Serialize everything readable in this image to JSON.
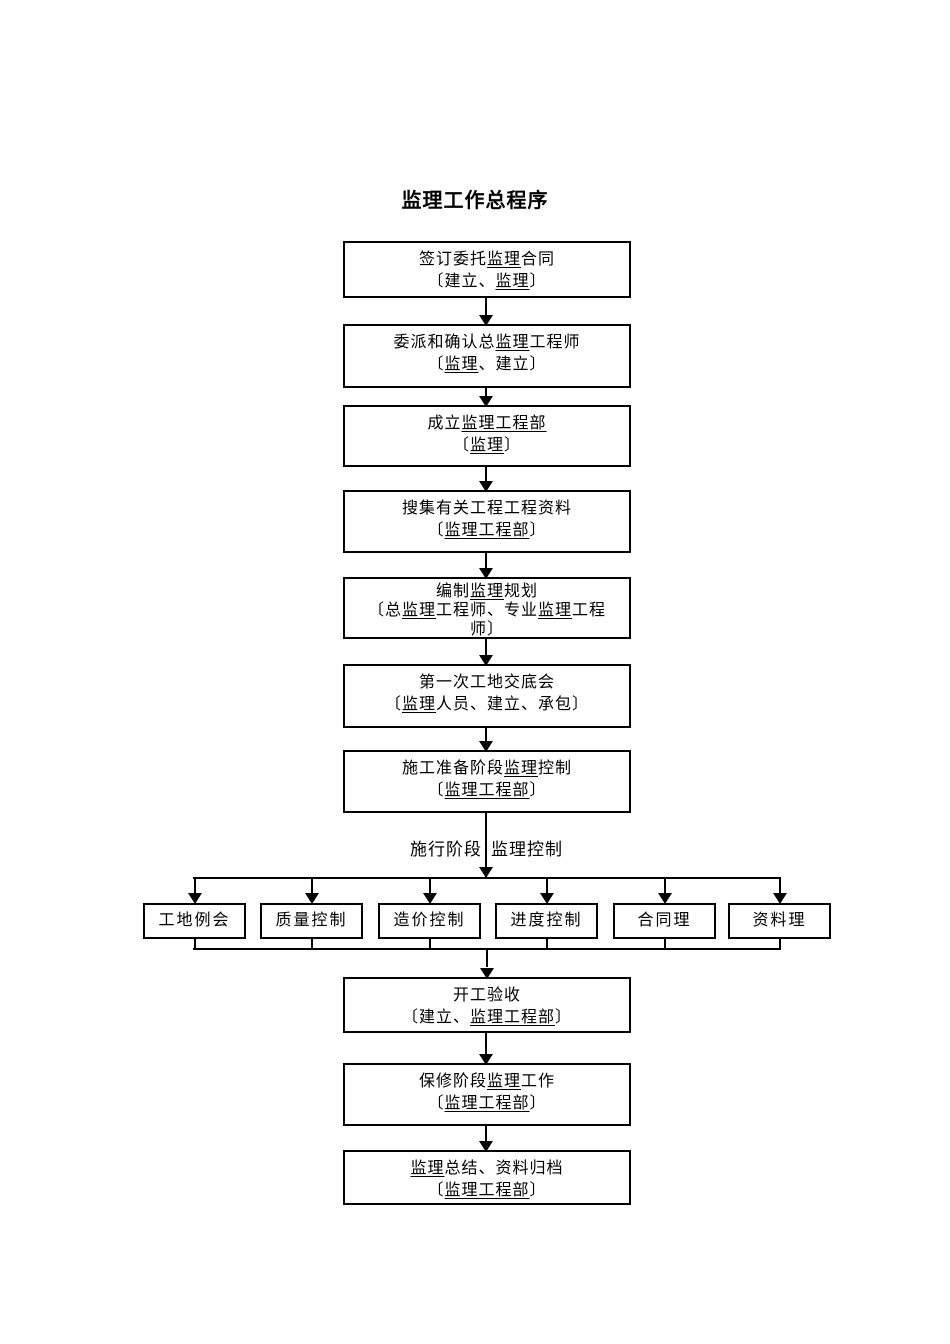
{
  "title": "监理工作总程序",
  "colors": {
    "ink": "#000000",
    "paper": "#ffffff"
  },
  "stage_label": {
    "left": "施行阶段",
    "right": "监理控制"
  },
  "top_boxes": [
    {
      "name": "sign-supervision-contract",
      "lines": [
        [
          {
            "t": "签订委托"
          },
          {
            "t": "监理",
            "u": true
          },
          {
            "t": "合同"
          }
        ],
        [
          {
            "t": "〔建立、"
          },
          {
            "t": "监理",
            "u": true
          },
          {
            "t": "〕"
          }
        ]
      ]
    },
    {
      "name": "appoint-chief-supervision-engineer",
      "lines": [
        [
          {
            "t": "委派和确认总"
          },
          {
            "t": "监理",
            "u": true
          },
          {
            "t": "工程师"
          }
        ],
        [
          {
            "t": "〔"
          },
          {
            "t": "监理",
            "u": true
          },
          {
            "t": "、建立〕"
          }
        ]
      ]
    },
    {
      "name": "establish-supervision-department",
      "lines": [
        [
          {
            "t": "成立"
          },
          {
            "t": "监理工程部",
            "u": true
          }
        ],
        [
          {
            "t": "〔"
          },
          {
            "t": "监理",
            "u": true
          },
          {
            "t": "〕"
          }
        ]
      ]
    },
    {
      "name": "collect-project-information",
      "lines": [
        [
          {
            "t": "搜集有关工程工程资料"
          }
        ],
        [
          {
            "t": "〔"
          },
          {
            "t": "监理工程部",
            "u": true
          },
          {
            "t": "〕"
          }
        ]
      ]
    },
    {
      "name": "prepare-supervision-plan",
      "lines": [
        [
          {
            "t": "编制"
          },
          {
            "t": "监理",
            "u": true
          },
          {
            "t": "规划"
          }
        ],
        [
          {
            "t": "〔总"
          },
          {
            "t": "监理",
            "u": true
          },
          {
            "t": "工程师、专业"
          },
          {
            "t": "监理",
            "u": true
          },
          {
            "t": "工程"
          }
        ],
        [
          {
            "t": "师〕"
          }
        ]
      ]
    },
    {
      "name": "first-site-briefing-meeting",
      "lines": [
        [
          {
            "t": "第一次工地交底会"
          }
        ],
        [
          {
            "t": "〔"
          },
          {
            "t": "监理",
            "u": true
          },
          {
            "t": "人员、建立、承包〕"
          }
        ]
      ]
    },
    {
      "name": "pre-construction-stage-control",
      "lines": [
        [
          {
            "t": "施工准备阶段"
          },
          {
            "t": "监理",
            "u": true
          },
          {
            "t": "控制"
          }
        ],
        [
          {
            "t": "〔"
          },
          {
            "t": "监理工程部",
            "u": true
          },
          {
            "t": "〕"
          }
        ]
      ]
    }
  ],
  "branch_boxes": [
    {
      "name": "site-regular-meeting",
      "label": "工地例会"
    },
    {
      "name": "quality-control",
      "label": "质量控制"
    },
    {
      "name": "cost-control",
      "label": "造价控制"
    },
    {
      "name": "schedule-control",
      "label": "进度控制"
    },
    {
      "name": "contract-management",
      "label": "合同理"
    },
    {
      "name": "document-management",
      "label": "资料理"
    }
  ],
  "bottom_boxes": [
    {
      "name": "commencement-acceptance",
      "lines": [
        [
          {
            "t": "开工验收"
          }
        ],
        [
          {
            "t": "〔建立、"
          },
          {
            "t": "监理工程部",
            "u": true
          },
          {
            "t": "〕"
          }
        ]
      ]
    },
    {
      "name": "warranty-stage-supervision",
      "lines": [
        [
          {
            "t": "保修阶段"
          },
          {
            "t": "监理",
            "u": true
          },
          {
            "t": "工作"
          }
        ],
        [
          {
            "t": "〔"
          },
          {
            "t": "监理工程部",
            "u": true
          },
          {
            "t": "〕"
          }
        ]
      ]
    },
    {
      "name": "supervision-summary-archiving",
      "lines": [
        [
          {
            "t": "监理",
            "u": true
          },
          {
            "t": "总结、资料归档"
          }
        ],
        [
          {
            "t": "〔"
          },
          {
            "t": "监理工程部",
            "u": true
          },
          {
            "t": "〕"
          }
        ]
      ]
    }
  ]
}
